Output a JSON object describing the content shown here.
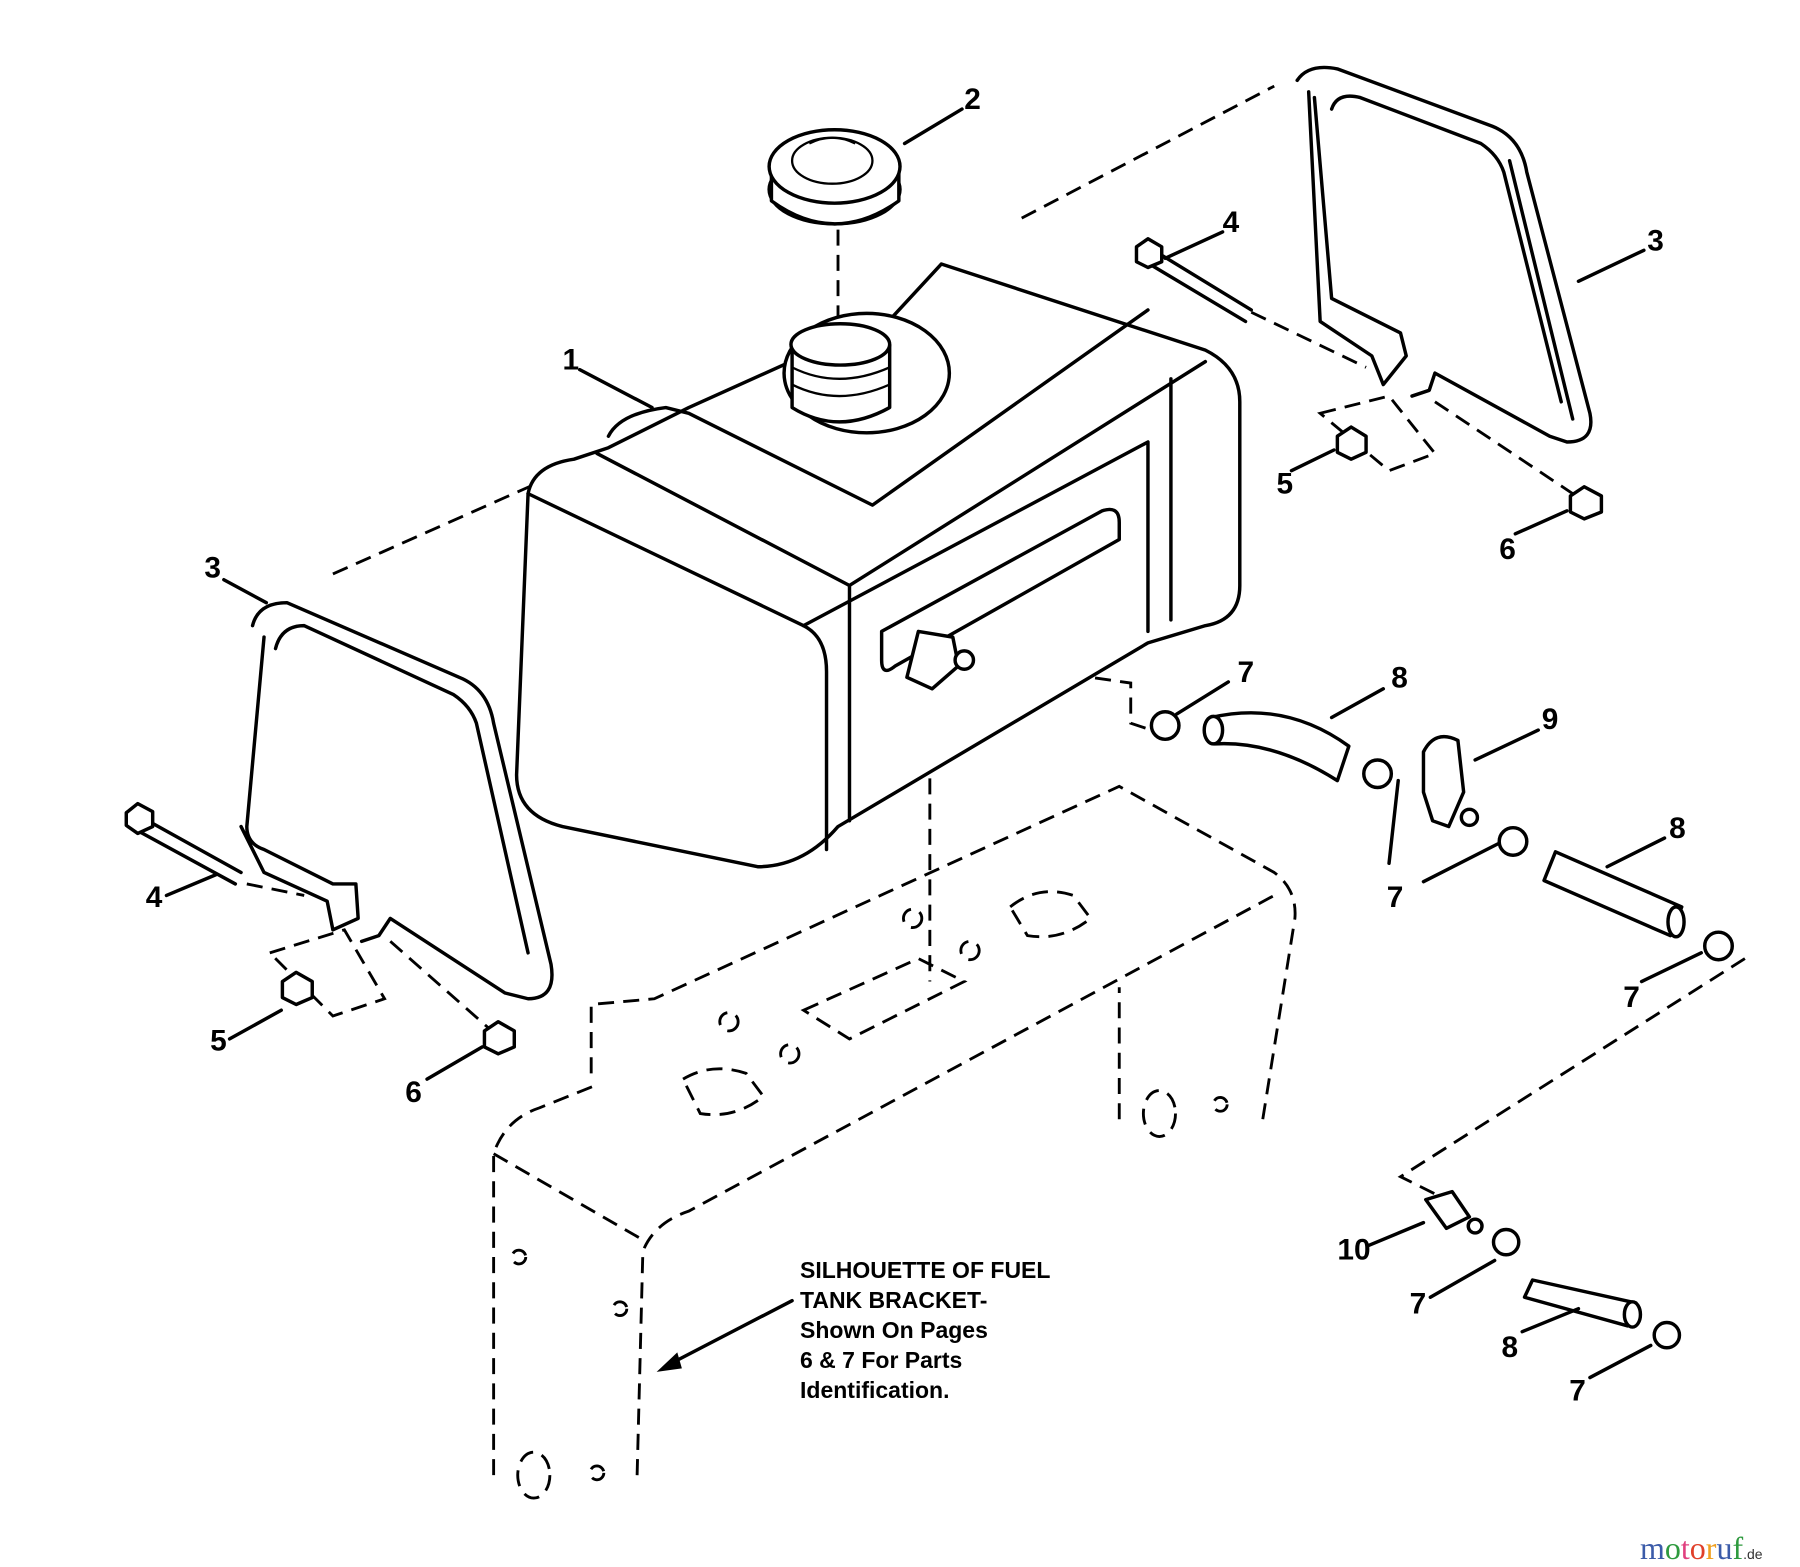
{
  "callouts": {
    "c1": "1",
    "c2": "2",
    "c3a": "3",
    "c3b": "3",
    "c4a": "4",
    "c4b": "4",
    "c5a": "5",
    "c5b": "5",
    "c6a": "6",
    "c6b": "6",
    "c7a": "7",
    "c7b": "7",
    "c7c": "7",
    "c7d": "7",
    "c7e": "7",
    "c8a": "8",
    "c8b": "8",
    "c8c": "8",
    "c9": "9",
    "c10": "10"
  },
  "note": {
    "lines": [
      "SILHOUETTE OF FUEL",
      "TANK BRACKET-",
      "Shown On Pages",
      "6 & 7 For Parts",
      "Identification."
    ]
  },
  "watermark": {
    "name": "motoruf",
    "suffix": ".de",
    "colors": [
      "#3b5ba9",
      "#2e9a3e",
      "#e0407f",
      "#e0402a",
      "#f0a020"
    ]
  }
}
